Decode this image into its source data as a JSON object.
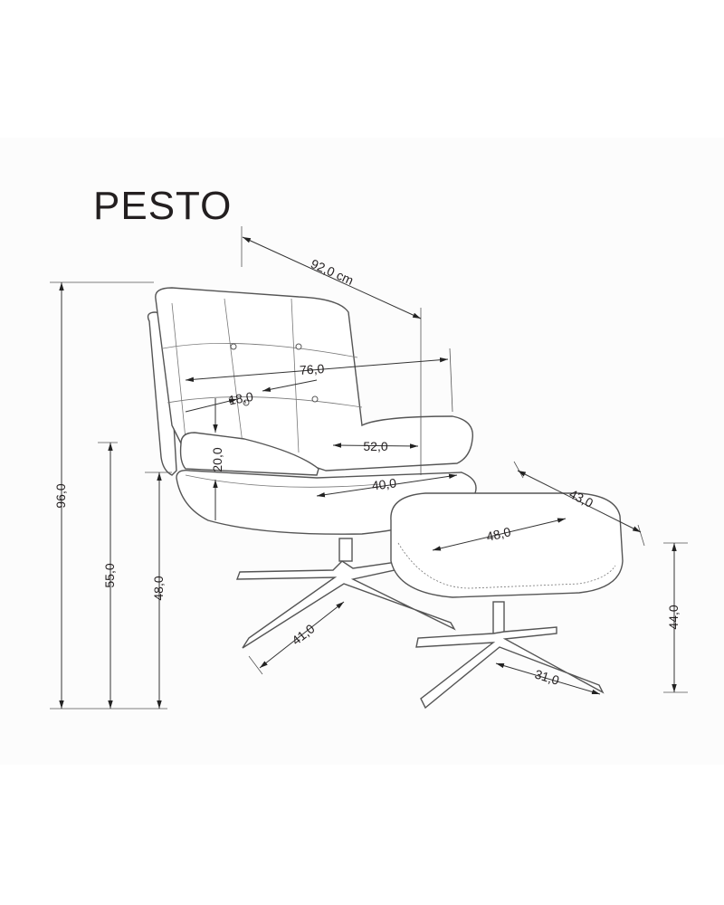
{
  "title": "PESTO",
  "dimensions": {
    "overall_depth": "92,0 cm",
    "overall_width": "76,0",
    "armrest_width": "18,0",
    "seat_depth": "52,0",
    "armrest_height": "20,0",
    "seat_width": "40,0",
    "overall_height": "96,0",
    "armrest_floor_height": "55,0",
    "seat_height": "48,0",
    "chair_base": "41,0",
    "ottoman_depth": "43,0",
    "ottoman_width": "48,0",
    "ottoman_height": "44,0",
    "ottoman_base": "31,0"
  }
}
